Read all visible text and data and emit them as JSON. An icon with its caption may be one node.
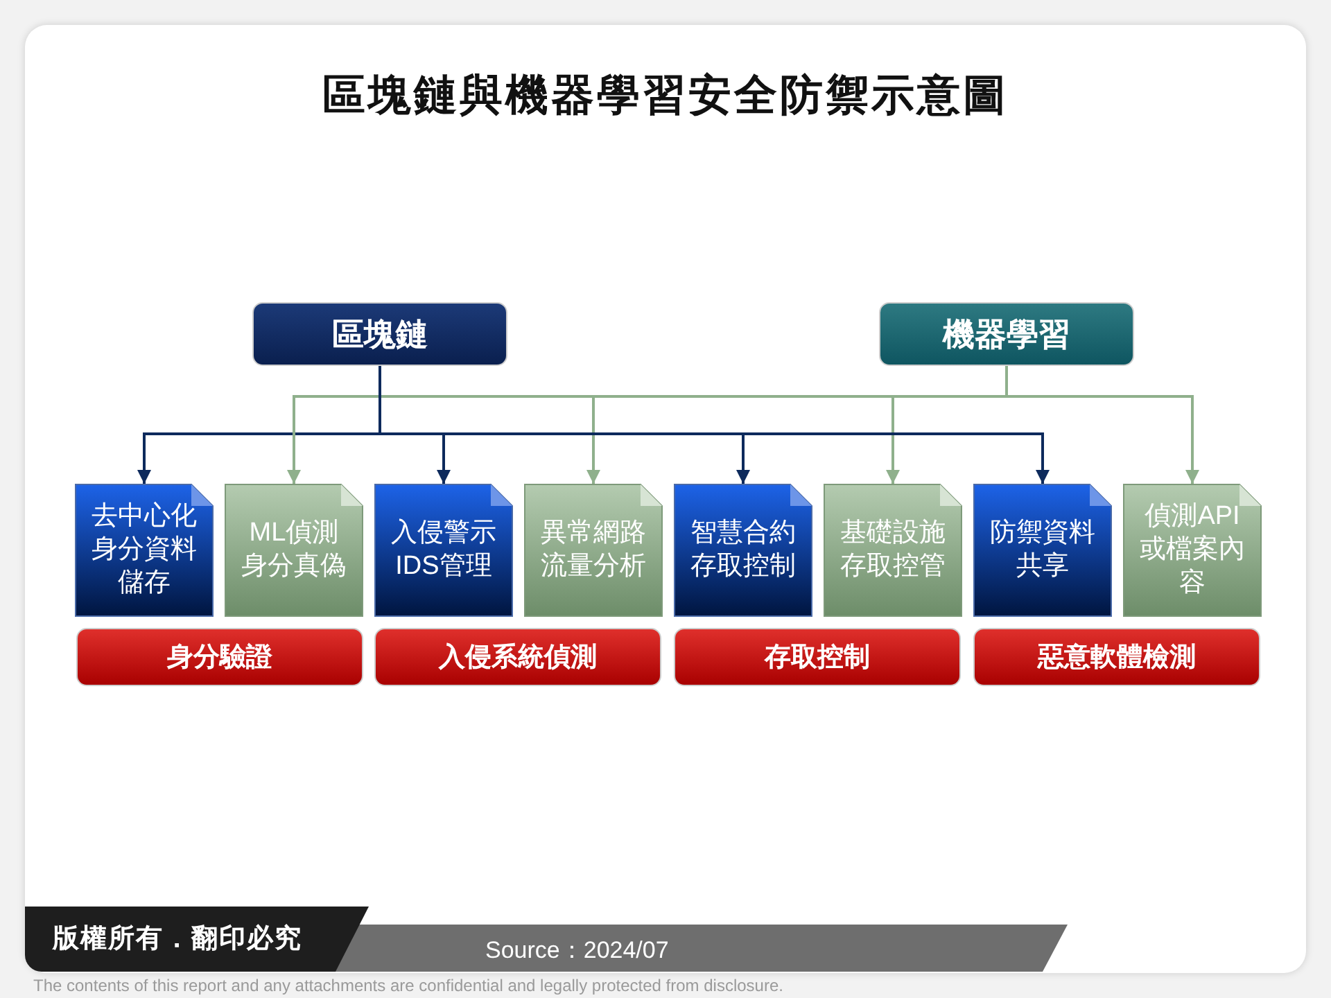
{
  "diagram": {
    "title": "區塊鏈與機器學習安全防禦示意圖",
    "nodes": [
      {
        "text": [
          "區塊鏈"
        ]
      },
      {
        "text": [
          "機器學習"
        ]
      },
      {
        "text": [
          "去中心化身分資料儲存"
        ]
      },
      {
        "text": [
          "ML偵測身分真偽"
        ]
      },
      {
        "text": [
          "入侵警示IDS管理"
        ]
      },
      {
        "text": [
          "異常網路流量分析"
        ]
      },
      {
        "text": [
          "智慧合約存取控制"
        ]
      },
      {
        "text": [
          "基礎設施存取控管"
        ]
      },
      {
        "text": [
          "防禦資料共享"
        ]
      },
      {
        "text": [
          "偵測API或檔案內容"
        ]
      },
      {
        "text": [
          "身分驗證"
        ]
      },
      {
        "text": [
          "入侵系統偵測"
        ]
      },
      {
        "text": [
          "存取控制"
        ]
      },
      {
        "text": [
          "惡意軟體檢測"
        ]
      }
    ],
    "edges": [
      {
        "from": 0,
        "to": 2,
        "arrow": "to",
        "color": "#0d2a5c"
      },
      {
        "from": 1,
        "to": 3,
        "arrow": "to",
        "color": "#8fb08c"
      },
      {
        "from": 0,
        "to": 4,
        "arrow": "to",
        "color": "#0d2a5c"
      },
      {
        "from": 1,
        "to": 5,
        "arrow": "to",
        "color": "#8fb08c"
      },
      {
        "from": 0,
        "to": 6,
        "arrow": "to",
        "color": "#0d2a5c"
      },
      {
        "from": 1,
        "to": 7,
        "arrow": "to",
        "color": "#8fb08c"
      },
      {
        "from": 0,
        "to": 8,
        "arrow": "to",
        "color": "#0d2a5c"
      },
      {
        "from": 1,
        "to": 9,
        "arrow": "to",
        "color": "#8fb08c"
      }
    ],
    "labels": [
      "版權所有．翻印必究",
      "Source：2024/07",
      "The contents of this report and any attachments are confidential and legally protected from disclosure."
    ]
  }
}
